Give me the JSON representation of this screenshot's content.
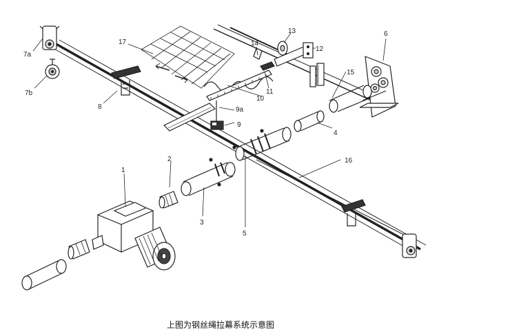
{
  "caption": "上图为钢丝绳拉幕系统示意图",
  "labels": {
    "l1": "1",
    "l2": "2",
    "l3": "3",
    "l4": "4",
    "l5": "5",
    "l6": "6",
    "l7a": "7a",
    "l7b": "7b",
    "l8": "8",
    "l9": "9",
    "l9a": "9a",
    "l10": "10",
    "l11": "11",
    "l12": "12",
    "l13": "13",
    "l14": "14",
    "l15": "15",
    "l16": "16",
    "l17": "17"
  }
}
